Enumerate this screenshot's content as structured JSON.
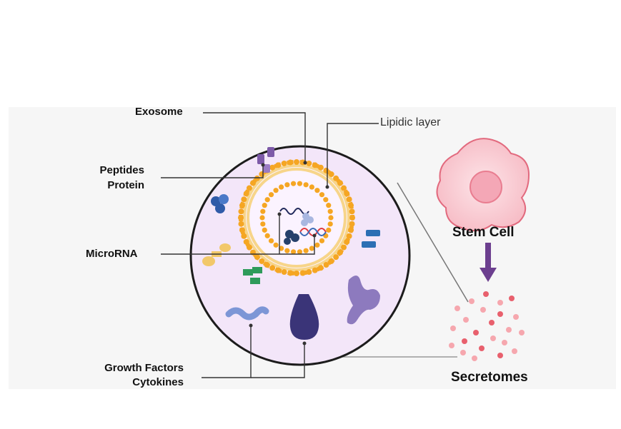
{
  "labels": {
    "exosome": "Exosome",
    "lipidic_layer": "Lipidic layer",
    "peptides": "Peptides",
    "protein": "Protein",
    "microrna": "MicroRNA",
    "growth_factors": "Growth Factors",
    "cytokines": "Cytokines",
    "stem_cell": "Stem Cell",
    "secretomes": "Secretomes"
  },
  "colors": {
    "cell_fill": "#f3e6f9",
    "lipid_orange": "#f5a623",
    "stem_cell_pink": "#f8c2c9",
    "nucleus_pink": "#f4a7b6",
    "arrow_purple": "#6c3f8f",
    "secretome_dots": "#f08a94"
  }
}
